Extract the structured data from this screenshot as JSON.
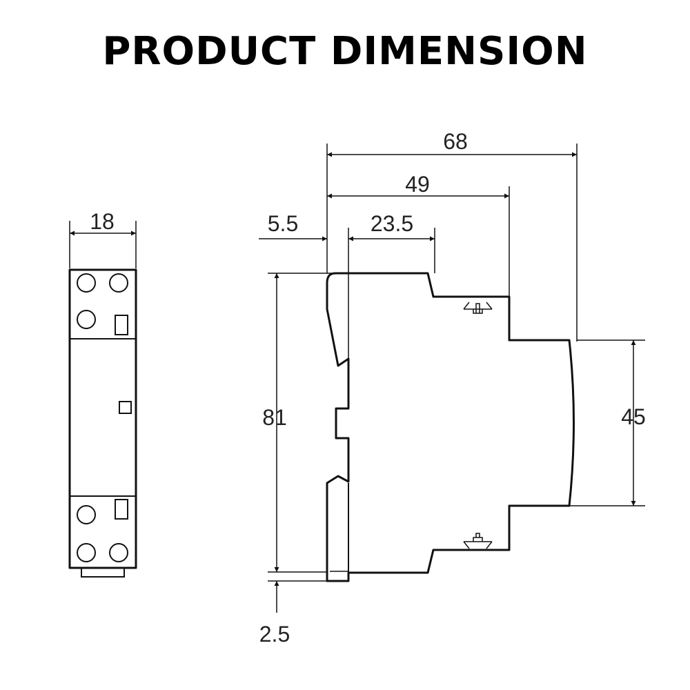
{
  "title": "PRODUCT DIMENSION",
  "dimensions": {
    "front_width": "18",
    "overall_depth": "68",
    "body_depth": "49",
    "step_depth": "23.5",
    "rail_offset": "5.5",
    "overall_height": "81",
    "front_height": "45",
    "clip_height": "2.5"
  }
}
